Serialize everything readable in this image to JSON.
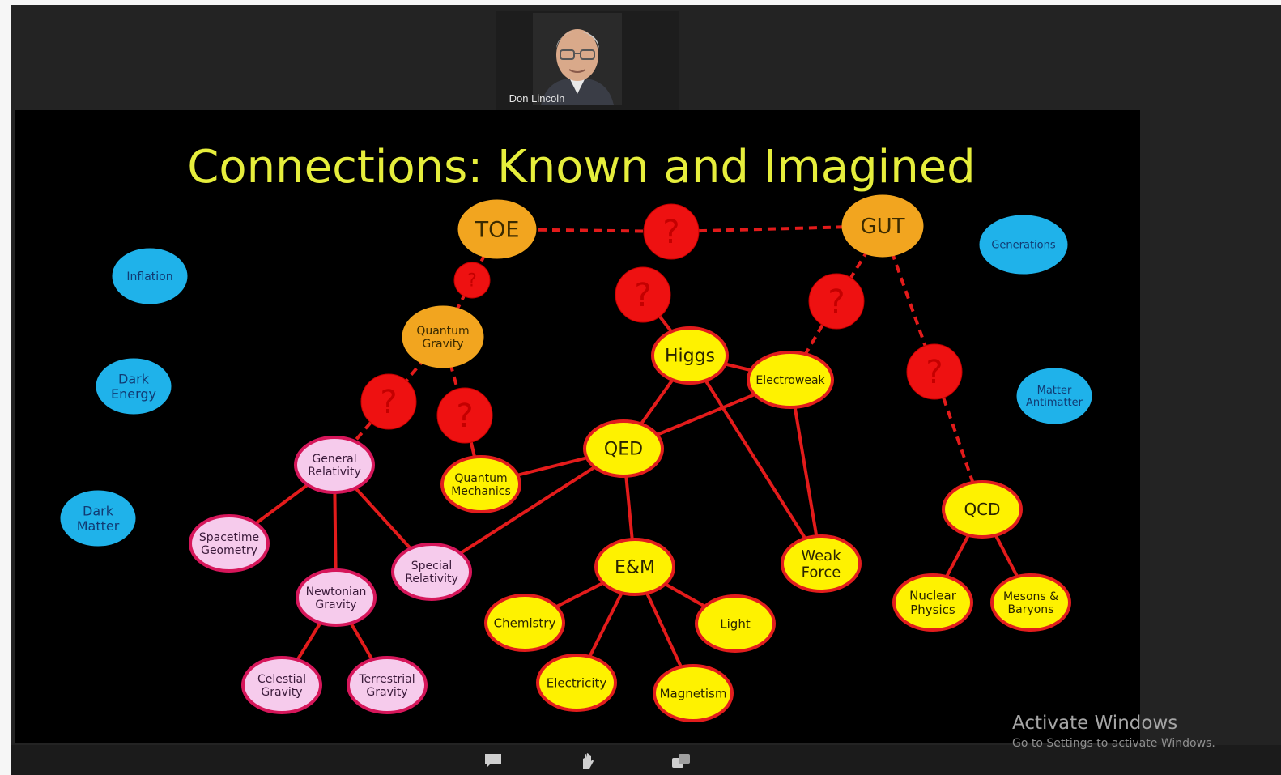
{
  "meeting": {
    "participant_name": "Don Lincoln"
  },
  "slide": {
    "title": "Connections: Known and Imagined",
    "nodes": [
      {
        "id": "toe",
        "lines": [
          "TOE"
        ],
        "style": "orange"
      },
      {
        "id": "q-top",
        "lines": [
          "?"
        ],
        "style": "red"
      },
      {
        "id": "gut",
        "lines": [
          "GUT"
        ],
        "style": "orange"
      },
      {
        "id": "q-toe-qg",
        "lines": [
          "?"
        ],
        "style": "red"
      },
      {
        "id": "quantum-gravity",
        "lines": [
          "Quantum",
          "Gravity"
        ],
        "style": "orange"
      },
      {
        "id": "q-higgs",
        "lines": [
          "?"
        ],
        "style": "red"
      },
      {
        "id": "q-electroweak",
        "lines": [
          "?"
        ],
        "style": "red"
      },
      {
        "id": "q-qcd",
        "lines": [
          "?"
        ],
        "style": "red"
      },
      {
        "id": "q-gr",
        "lines": [
          "?"
        ],
        "style": "red"
      },
      {
        "id": "q-qm",
        "lines": [
          "?"
        ],
        "style": "red"
      },
      {
        "id": "higgs",
        "lines": [
          "Higgs"
        ],
        "style": "yellow"
      },
      {
        "id": "electroweak",
        "lines": [
          "Electroweak"
        ],
        "style": "yellow"
      },
      {
        "id": "qed",
        "lines": [
          "QED"
        ],
        "style": "yellow"
      },
      {
        "id": "quantum-mechanics",
        "lines": [
          "Quantum",
          "Mechanics"
        ],
        "style": "yellow"
      },
      {
        "id": "general-relativity",
        "lines": [
          "General",
          "Relativity"
        ],
        "style": "pink"
      },
      {
        "id": "spacetime-geometry",
        "lines": [
          "Spacetime",
          "Geometry"
        ],
        "style": "pink"
      },
      {
        "id": "special-relativity",
        "lines": [
          "Special",
          "Relativity"
        ],
        "style": "pink"
      },
      {
        "id": "newtonian-gravity",
        "lines": [
          "Newtonian",
          "Gravity"
        ],
        "style": "pink"
      },
      {
        "id": "celestial-gravity",
        "lines": [
          "Celestial",
          "Gravity"
        ],
        "style": "pink"
      },
      {
        "id": "terrestrial-gravity",
        "lines": [
          "Terrestrial",
          "Gravity"
        ],
        "style": "pink"
      },
      {
        "id": "em",
        "lines": [
          "E&M"
        ],
        "style": "yellow"
      },
      {
        "id": "weak-force",
        "lines": [
          "Weak",
          "Force"
        ],
        "style": "yellow"
      },
      {
        "id": "chemistry",
        "lines": [
          "Chemistry"
        ],
        "style": "yellow"
      },
      {
        "id": "light",
        "lines": [
          "Light"
        ],
        "style": "yellow"
      },
      {
        "id": "electricity",
        "lines": [
          "Electricity"
        ],
        "style": "yellow"
      },
      {
        "id": "magnetism",
        "lines": [
          "Magnetism"
        ],
        "style": "yellow"
      },
      {
        "id": "qcd",
        "lines": [
          "QCD"
        ],
        "style": "yellow"
      },
      {
        "id": "nuclear-physics",
        "lines": [
          "Nuclear",
          "Physics"
        ],
        "style": "yellow"
      },
      {
        "id": "mesons-baryons",
        "lines": [
          "Mesons &",
          "Baryons"
        ],
        "style": "yellow"
      },
      {
        "id": "inflation",
        "lines": [
          "Inflation"
        ],
        "style": "blue"
      },
      {
        "id": "dark-energy",
        "lines": [
          "Dark",
          "Energy"
        ],
        "style": "blue"
      },
      {
        "id": "dark-matter",
        "lines": [
          "Dark",
          "Matter"
        ],
        "style": "blue"
      },
      {
        "id": "generations",
        "lines": [
          "Generations"
        ],
        "style": "blue"
      },
      {
        "id": "matter-antimatter",
        "lines": [
          "Matter",
          "Antimatter"
        ],
        "style": "blue"
      }
    ],
    "edges": [
      {
        "from": "toe",
        "to": "q-top",
        "dashed": true
      },
      {
        "from": "q-top",
        "to": "gut",
        "dashed": true
      },
      {
        "from": "toe",
        "to": "q-toe-qg",
        "dashed": true
      },
      {
        "from": "q-toe-qg",
        "to": "quantum-gravity",
        "dashed": true
      },
      {
        "from": "gut",
        "to": "q-electroweak",
        "dashed": true
      },
      {
        "from": "gut",
        "to": "q-qcd",
        "dashed": true
      },
      {
        "from": "q-qcd",
        "to": "qcd",
        "dashed": true
      },
      {
        "from": "q-electroweak",
        "to": "electroweak",
        "dashed": true
      },
      {
        "from": "quantum-gravity",
        "to": "q-gr",
        "dashed": true
      },
      {
        "from": "quantum-gravity",
        "to": "q-qm",
        "dashed": true
      },
      {
        "from": "q-gr",
        "to": "general-relativity",
        "dashed": true
      },
      {
        "from": "q-higgs",
        "to": "higgs",
        "dashed": false
      },
      {
        "from": "q-qm",
        "to": "quantum-mechanics",
        "dashed": false
      },
      {
        "from": "higgs",
        "to": "electroweak",
        "dashed": false
      },
      {
        "from": "higgs",
        "to": "qed",
        "dashed": false
      },
      {
        "from": "higgs",
        "to": "weak-force",
        "dashed": false
      },
      {
        "from": "electroweak",
        "to": "qed",
        "dashed": false
      },
      {
        "from": "electroweak",
        "to": "weak-force",
        "dashed": false
      },
      {
        "from": "qed",
        "to": "quantum-mechanics",
        "dashed": false
      },
      {
        "from": "qed",
        "to": "special-relativity",
        "dashed": false
      },
      {
        "from": "qed",
        "to": "em",
        "dashed": false
      },
      {
        "from": "general-relativity",
        "to": "spacetime-geometry",
        "dashed": false
      },
      {
        "from": "general-relativity",
        "to": "newtonian-gravity",
        "dashed": false
      },
      {
        "from": "general-relativity",
        "to": "special-relativity",
        "dashed": false
      },
      {
        "from": "newtonian-gravity",
        "to": "celestial-gravity",
        "dashed": false
      },
      {
        "from": "newtonian-gravity",
        "to": "terrestrial-gravity",
        "dashed": false
      },
      {
        "from": "em",
        "to": "chemistry",
        "dashed": false
      },
      {
        "from": "em",
        "to": "light",
        "dashed": false
      },
      {
        "from": "em",
        "to": "electricity",
        "dashed": false
      },
      {
        "from": "em",
        "to": "magnetism",
        "dashed": false
      },
      {
        "from": "qcd",
        "to": "nuclear-physics",
        "dashed": false
      },
      {
        "from": "qcd",
        "to": "mesons-baryons",
        "dashed": false
      }
    ]
  },
  "watermark": {
    "title": "Activate Windows",
    "subtitle": "Go to Settings to activate Windows."
  },
  "toolbar": {
    "icons": [
      "chat-icon",
      "raise-hand-icon",
      "participants-icon"
    ]
  },
  "colors": {
    "title": "#e6ee3c",
    "orange_fill": "#f2a51f",
    "red_fill": "#ee1111",
    "yellow_fill": "#fef200",
    "pink_fill": "#f6cbec",
    "blue_fill": "#1fb2ea",
    "edge": "#e31b1b"
  }
}
